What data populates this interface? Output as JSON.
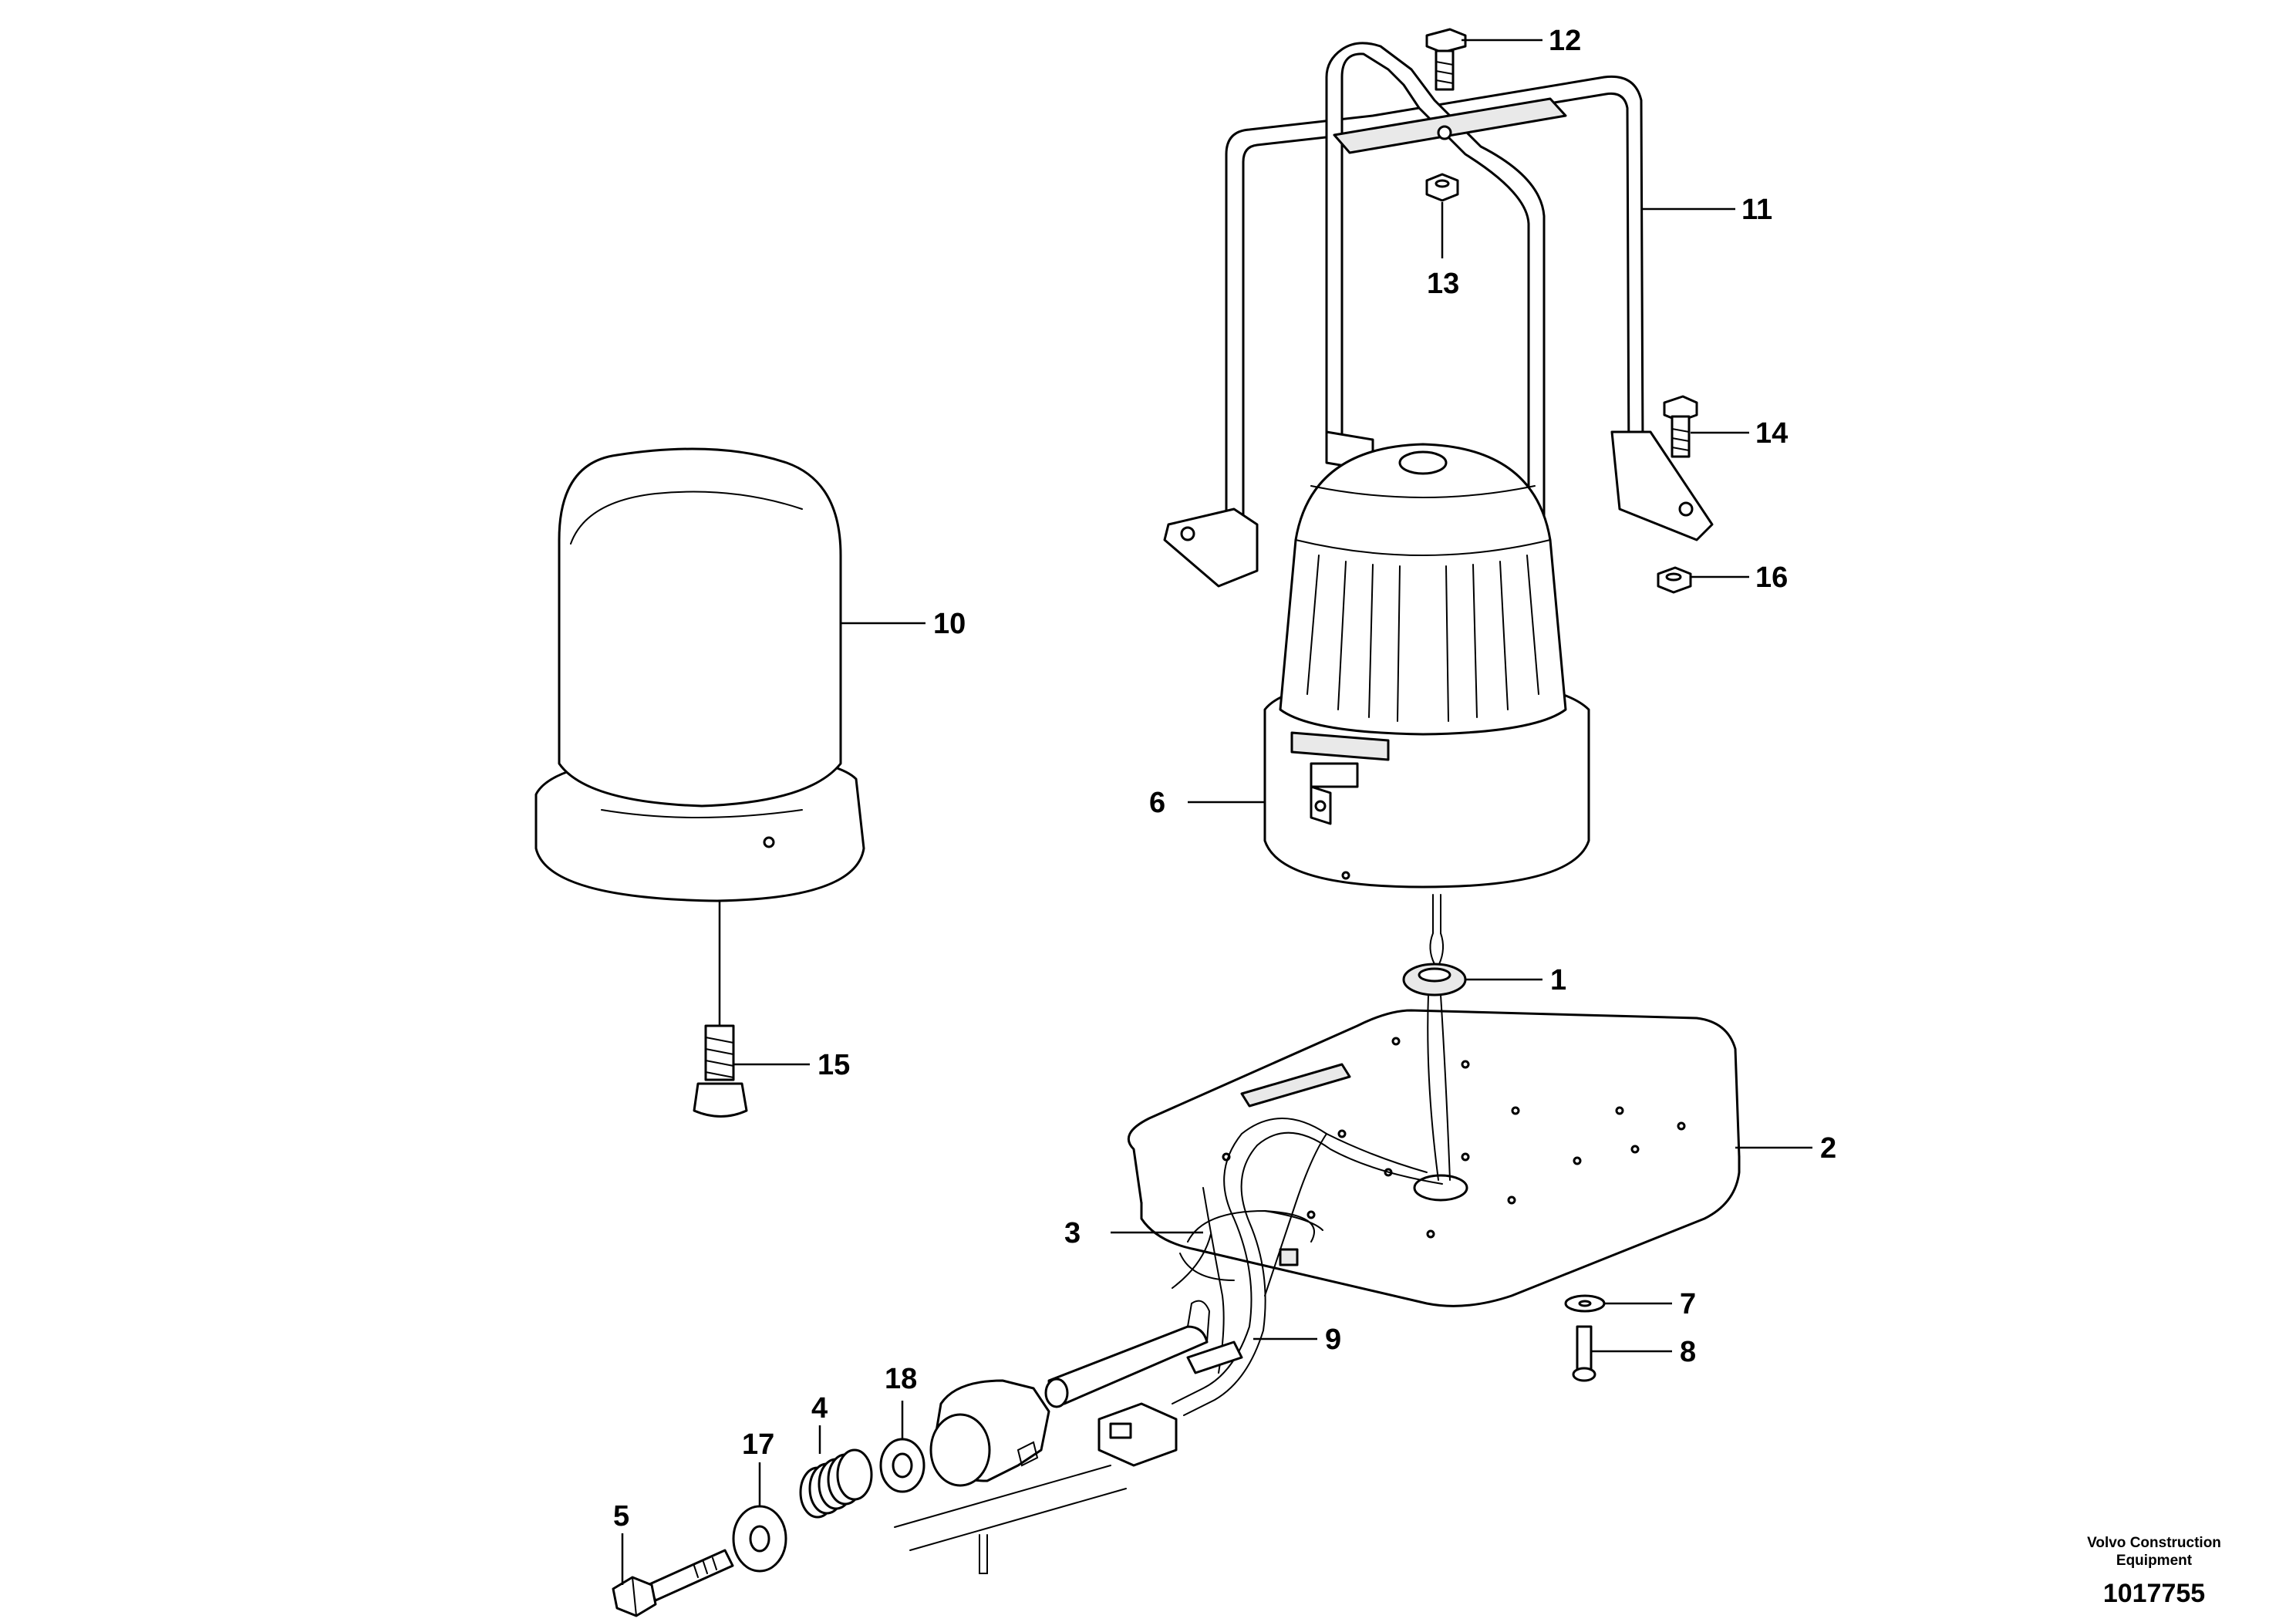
{
  "callouts": {
    "c1": "1",
    "c2": "2",
    "c3": "3",
    "c4": "4",
    "c5": "5",
    "c6": "6",
    "c7": "7",
    "c8": "8",
    "c9": "9",
    "c10": "10",
    "c11": "11",
    "c12": "12",
    "c13": "13",
    "c14": "14",
    "c15": "15",
    "c16": "16",
    "c17": "17",
    "c18": "18"
  },
  "footer": {
    "company_line1": "Volvo Construction",
    "company_line2": "Equipment",
    "drawing_number": "1017755"
  }
}
